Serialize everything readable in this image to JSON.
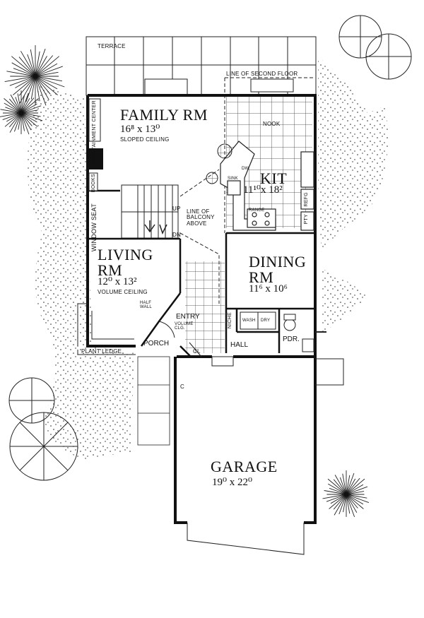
{
  "plan": {
    "labels": {
      "terrace": "TERRACE",
      "line_second_floor": "LINE OF SECOND FLOOR",
      "family_rm": "FAMILY RM",
      "family_dim": "16⁸ x 13⁰",
      "family_note": "SLOPED CEILING",
      "entertainment": "ENTERTAINMENT CENTER",
      "books": "BOOKS",
      "nook": "NOOK",
      "kit": "KIT",
      "kit_dim": "11¹⁰x 18²",
      "dw": "DW",
      "sink": "SINK",
      "range": "RANGE",
      "refg": "REFG",
      "pty": "PTY",
      "window_seat": "WINDOW SEAT",
      "up": "UP",
      "dn": "DN",
      "balcony": "LINE OF\nBALCONY\nABOVE",
      "living_rm_1": "LIVING",
      "living_rm_2": "RM",
      "living_dim": "12⁰ x 13²",
      "living_note": "VOLUME CEILING",
      "dining_rm_1": "DINING",
      "dining_rm_2": "RM",
      "dining_dim": "11⁶ x 10⁶",
      "half_wall": "HALF\nWALL",
      "entry": "ENTRY",
      "volume_clg": "VOLUME\nCLG.",
      "niche": "NICHE",
      "wash": "WASH",
      "dry": "DRY",
      "pdr": "PDR.",
      "hall": "HALL",
      "cl": "CL",
      "porch": "PORCH",
      "plant_ledge": "PLANT LEDGE",
      "garage": "GARAGE",
      "garage_dim": "19⁰ x 22⁰",
      "c": "C"
    }
  }
}
